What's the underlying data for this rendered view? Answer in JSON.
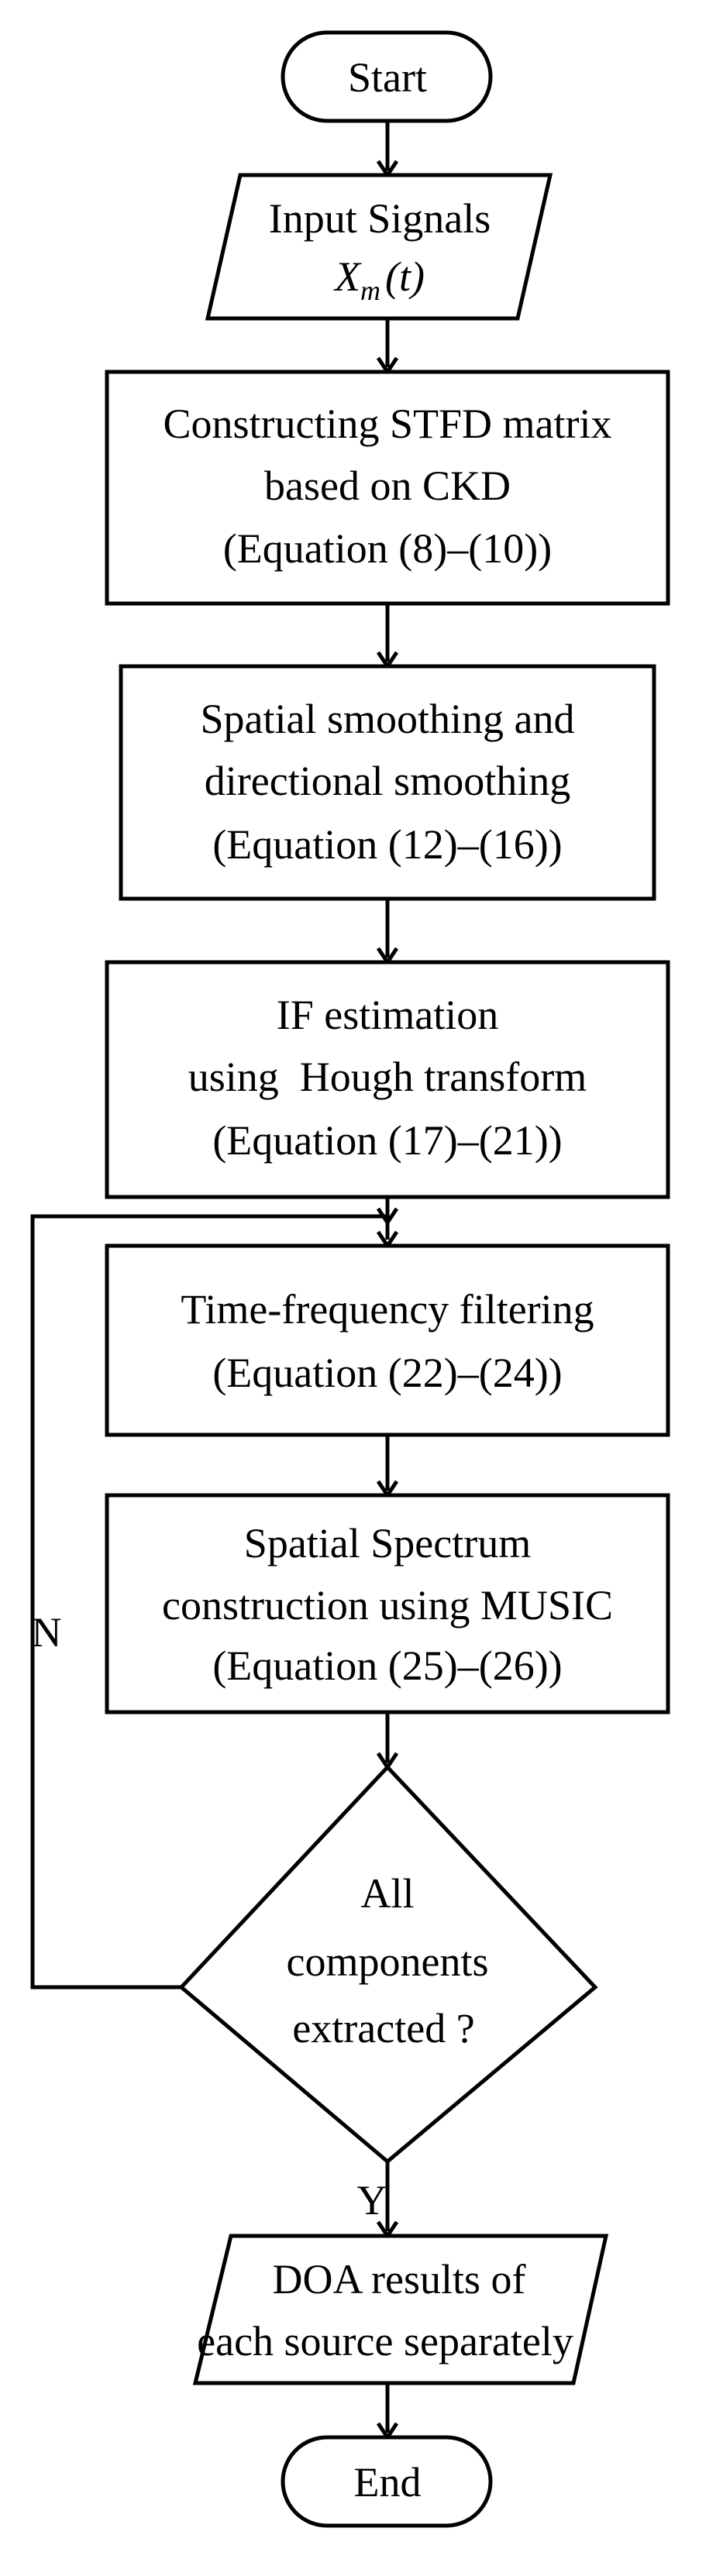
{
  "nodes": {
    "start": {
      "text": "Start"
    },
    "input": {
      "line1": "Input Signals",
      "math_base": "X",
      "math_sub": "m",
      "math_rest": "(t)"
    },
    "stfd": {
      "line1": "Constructing STFD matrix",
      "line2": "based on CKD",
      "line3": "(Equation (8)–(10))"
    },
    "smoothing": {
      "line1": "Spatial smoothing and",
      "line2": "directional smoothing",
      "line3": "(Equation (12)–(16))"
    },
    "if_est": {
      "line1": "IF estimation",
      "line2": "using  Hough transform",
      "line3": "(Equation (17)–(21))"
    },
    "tf_filter": {
      "line1": "Time-frequency filtering",
      "line2": "(Equation (22)–(24))"
    },
    "music": {
      "line1": "Spatial Spectrum",
      "line2": "construction using MUSIC",
      "line3": "(Equation (25)–(26))"
    },
    "decision": {
      "line1": "All",
      "line2": "components",
      "line3": "extracted ?"
    },
    "doa": {
      "line1": "DOA results of",
      "line2": "each source separately"
    },
    "end": {
      "text": "End"
    }
  },
  "edges": {
    "no_label": "N",
    "yes_label": "Y"
  }
}
